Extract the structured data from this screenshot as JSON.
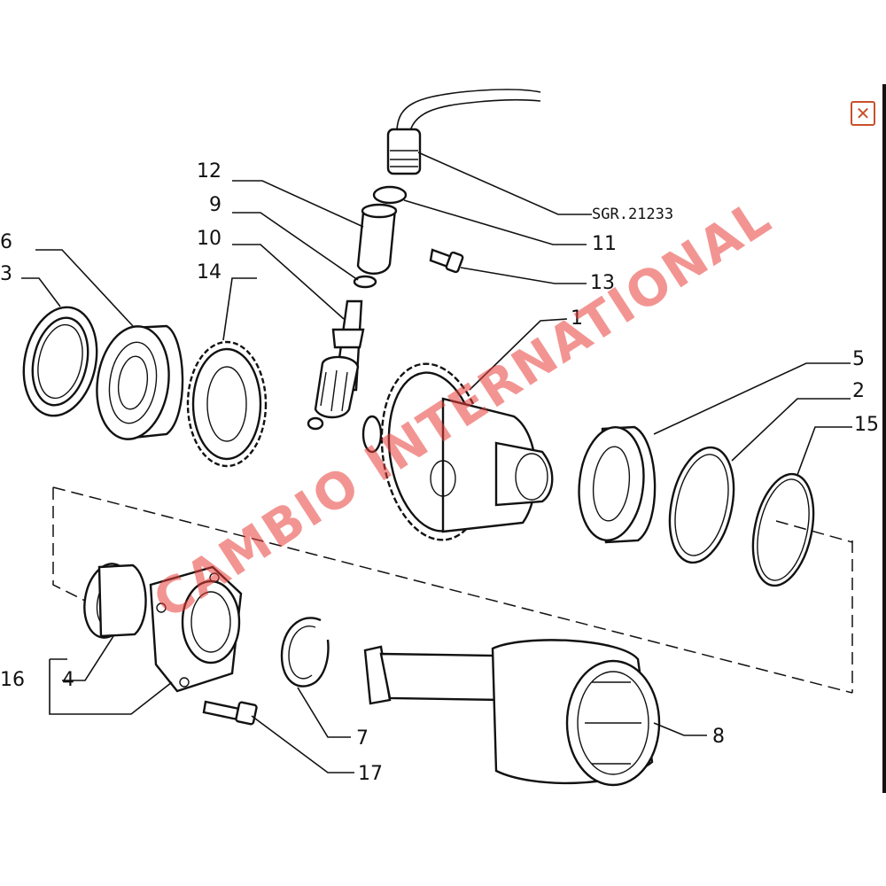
{
  "diagram": {
    "reference_code": "SGR.21233",
    "watermark": "CAMBIO INTERNATIONAL",
    "callouts": {
      "c1": "1",
      "c2": "2",
      "c3": "3",
      "c4": "4",
      "c5": "5",
      "c6": "6",
      "c7": "7",
      "c8": "8",
      "c9": "9",
      "c10": "10",
      "c11": "11",
      "c12": "12",
      "c13": "13",
      "c14": "14",
      "c15": "15",
      "c16": "16",
      "c17": "17"
    }
  },
  "close_button": {
    "glyph": "✕",
    "color": "#c8502a"
  },
  "colors": {
    "line": "#111111",
    "watermark": "#e8403a"
  }
}
